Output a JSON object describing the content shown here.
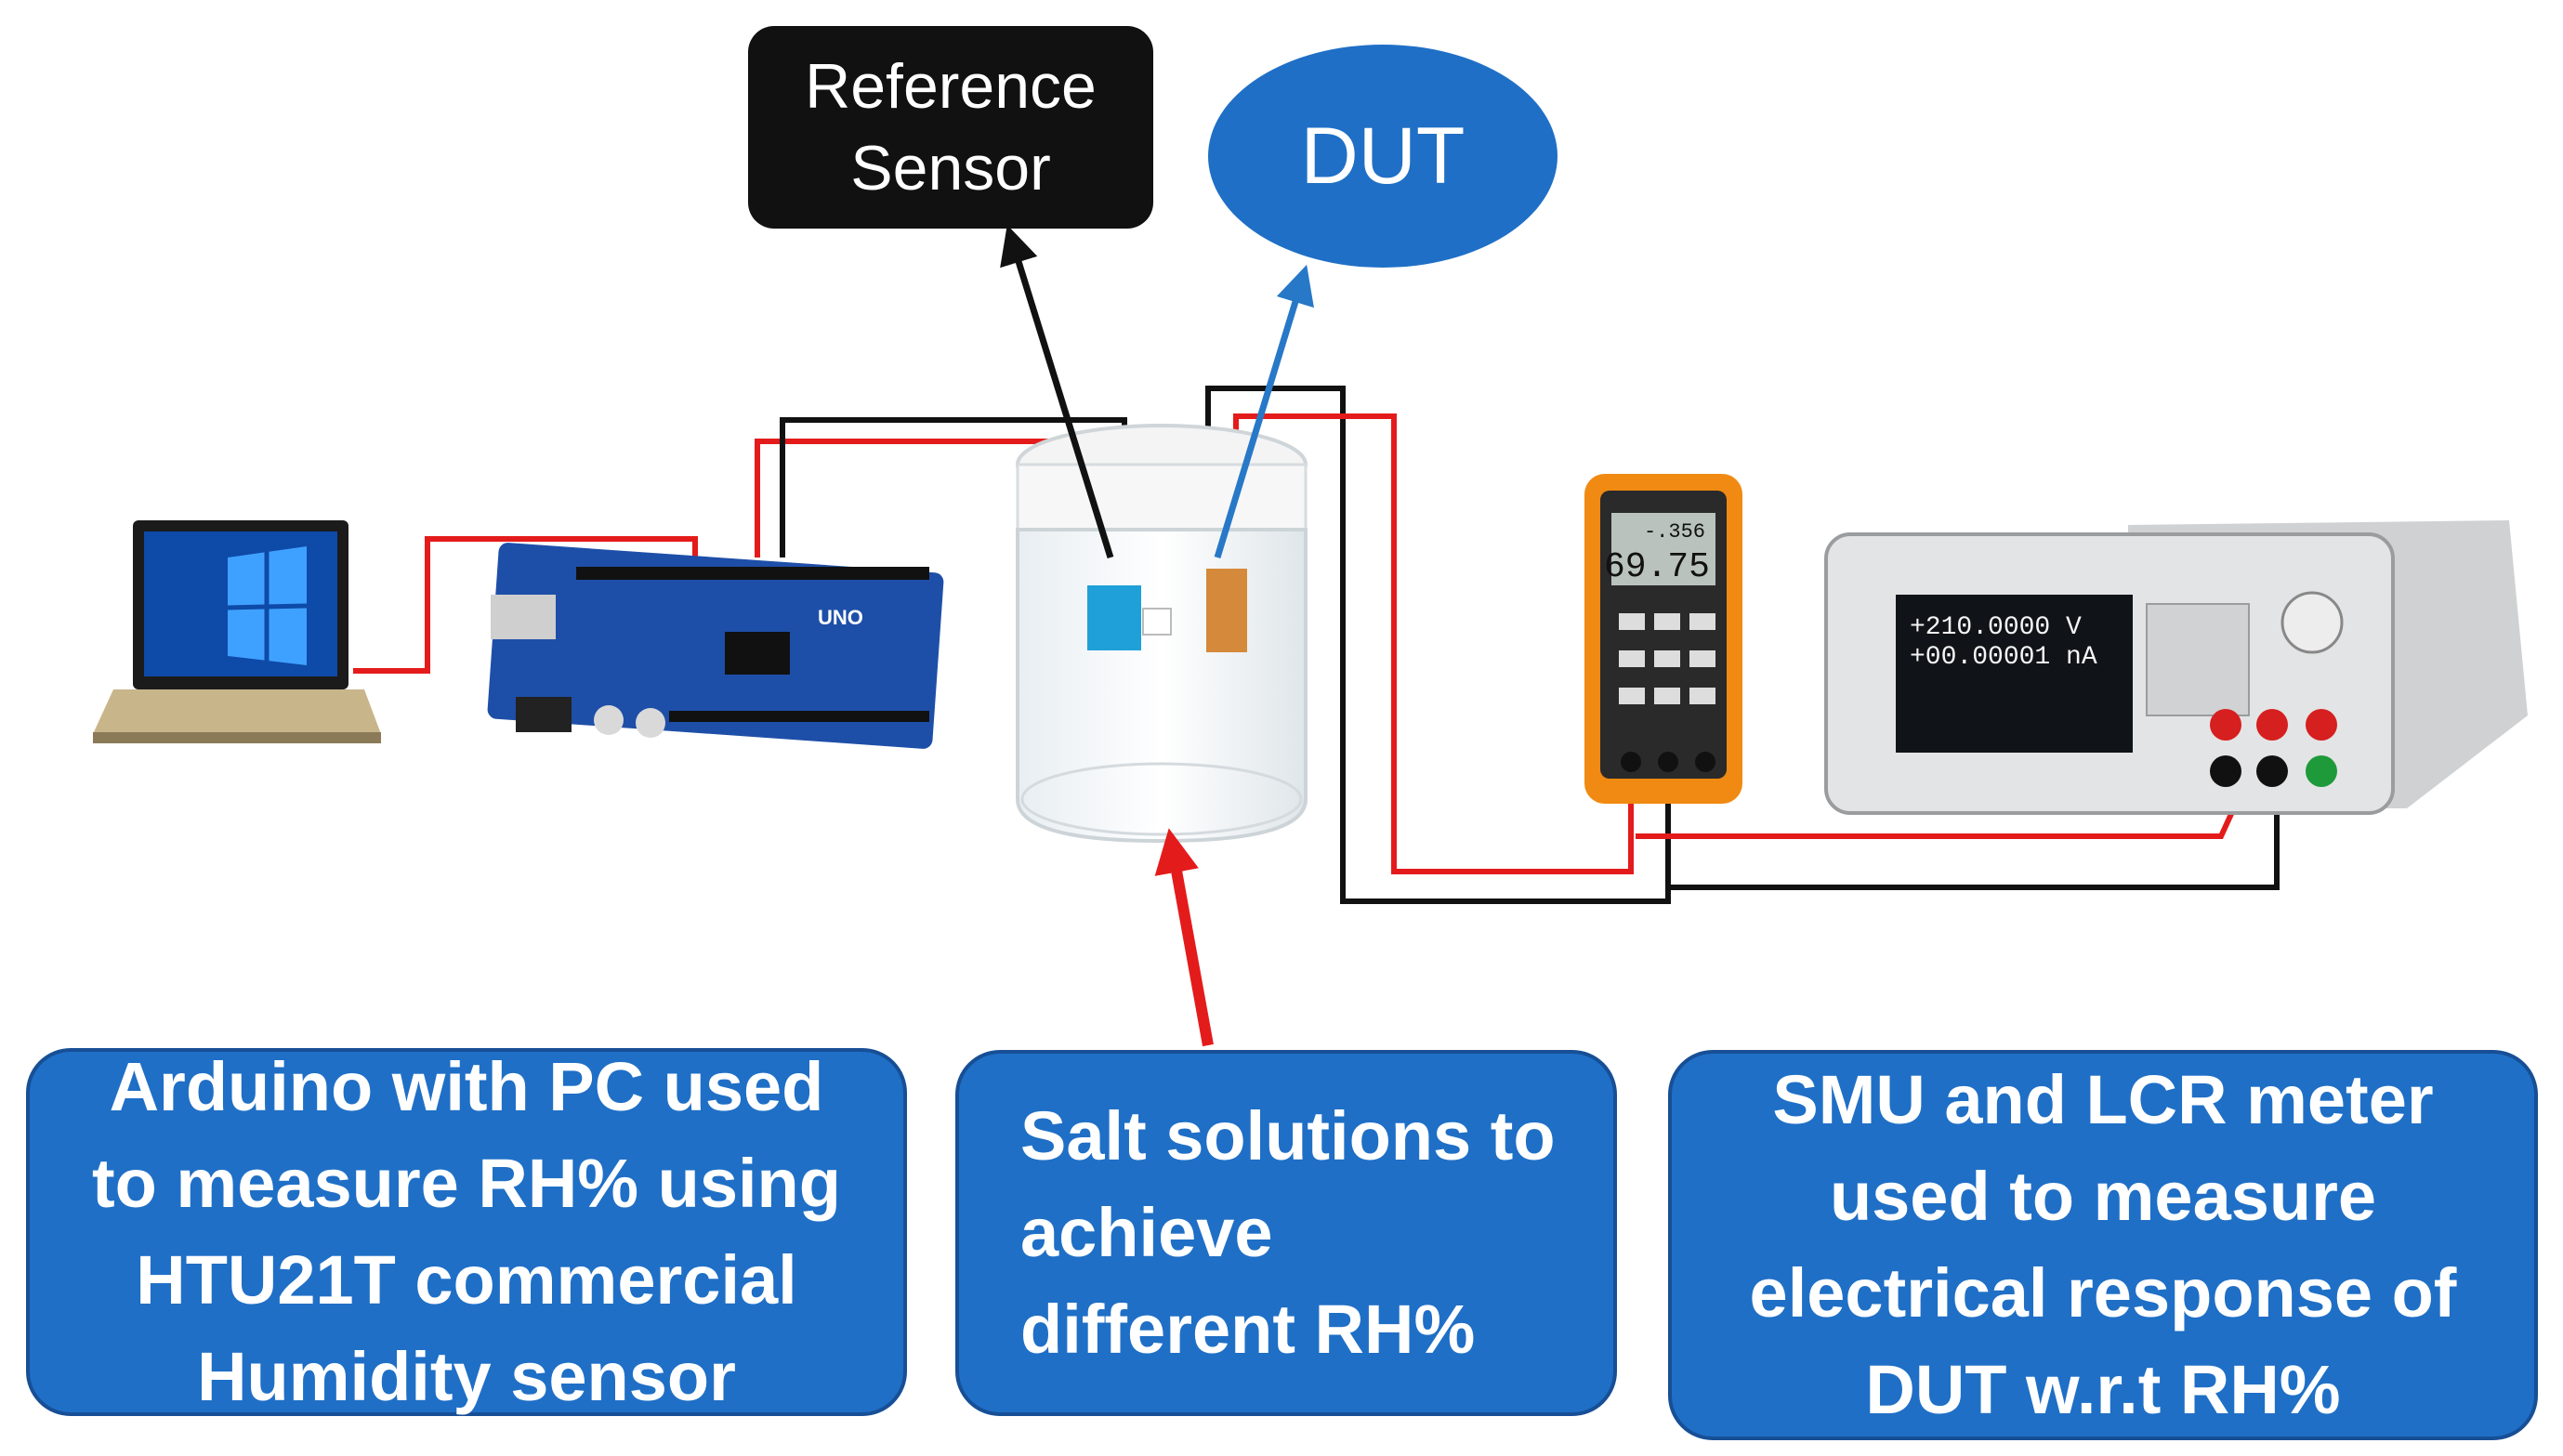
{
  "labels": {
    "reference_sensor": "Reference\nSensor",
    "dut": "DUT"
  },
  "boxes": {
    "arduino": "Arduino with PC used\nto measure RH% using\nHTU21T commercial\nHumidity sensor",
    "salt": "Salt solutions to\nachieve\ndifferent RH%",
    "smu": "SMU and LCR meter\nused to measure\nelectrical response of\nDUT w.r.t RH%"
  },
  "devices": {
    "arduino_board": "UNO",
    "lcr_top": "-.356",
    "lcr_main": "69.75",
    "smu_voltage": "+210.0000 V",
    "smu_current": "+00.00001 nA"
  },
  "colors": {
    "box_blue": "#1f6fc6",
    "wire_red": "#e41b1b",
    "wire_black": "#111111",
    "arrow_blue": "#2878c8"
  }
}
